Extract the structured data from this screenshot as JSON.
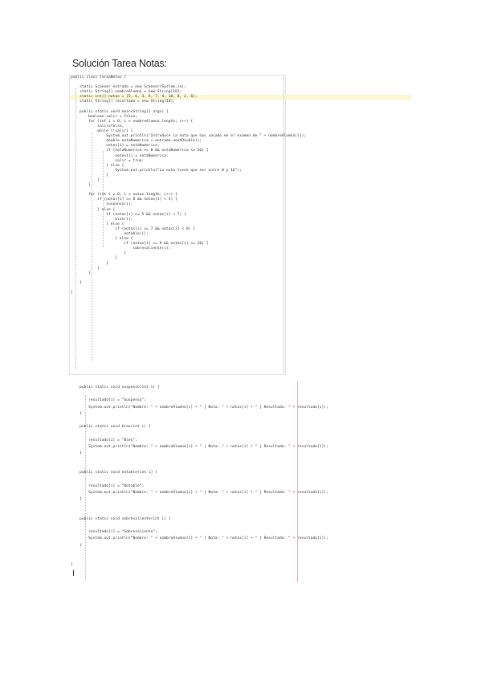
{
  "doc": {
    "title": "Solución Tarea Notas:"
  },
  "code_top": [
    "public class TareaNotas {",
    "",
    "    static Scanner entrada = new Scanner(System.in);",
    "    static String[] nombreAlumno = new String[10];",
    "    static int[] notas = {5, 6, 3, 9, 7, 4, 10, 8, 2, 6};",
    "    static String[] resultado = new String[10];",
    "",
    "    public static void main(String[] args) {",
    "        boolean salir = false;",
    "        for (int i = 0; i < nombreAlumno.length; i++) {",
    "            salir=false;",
    "            while (!salir) {",
    "                System.out.println(\"Introduce la nota que has sacado en el examen de \" + nombreAlumno[i]);",
    "                double notaNumerica = entrada.nextDouble();",
    "                notas[i] = notaNumerica;",
    "                if (notaNumerica >= 0 && notaNumerica <= 10) {",
    "                    notas[i] = notaNumerica;",
    "                    salir = true;",
    "                } else {",
    "                    System.out.println(\"La nota tiene que ser entre 0 y 10\");",
    "                }",
    "            }",
    "        }",
    "",
    "        for (int i = 0; i < notas.length; i++) {",
    "            if (notas[i] >= 0 && notas[i] < 5) {",
    "                suspenso(i);",
    "            } else {",
    "                if (notas[i] >= 5 && notas[i] < 7) {",
    "                    bien(i);",
    "                } else {",
    "                    if (notas[i] >= 7 && notas[i] < 9) {",
    "                        notable(i);",
    "                    } else {",
    "                        if (notas[i] >= 9 && notas[i] <= 10) {",
    "                            sobresaliente(i);",
    "                        }",
    "                    }",
    "                }",
    "            }",
    "        }",
    "",
    "    }",
    "",
    "}"
  ],
  "code_bottom": [
    "    public static void suspenso(int i) {",
    "",
    "        resultado[i] = \"Suspenso\";",
    "        System.out.println(\"Nombre: \" + nombreAlumno[i] + \" | Nota: \" + notas[i] + \" | Resultado: \" + resultado[i]);",
    "    }",
    "",
    "    public static void bien(int i) {",
    "",
    "        resultado[i] = \"Bien\";",
    "        System.out.println(\"Nombre: \" + nombreAlumno[i] + \" | Nota: \" + notas[i] + \" | Resultado: \" + resultado[i]);",
    "    }",
    "",
    "",
    "    public static void notable(int i) {",
    "",
    "        resultado[i] = \"Notable\";",
    "        System.out.println(\"Nombre: \" + nombreAlumno[i] + \" | Nota: \" + notas[i] + \" | Resultado: \" + resultado[i]);",
    "    }",
    "",
    "",
    "    public static void sobresaliente(int i) {",
    "",
    "        resultado[i] = \"Sobresaliente\";",
    "        System.out.println(\"Nombre: \" + nombreAlumno[i] + \" | Nota: \" + notas[i] + \" | Resultado: \" + resultado[i]);",
    "    }",
    "",
    "",
    "}"
  ]
}
